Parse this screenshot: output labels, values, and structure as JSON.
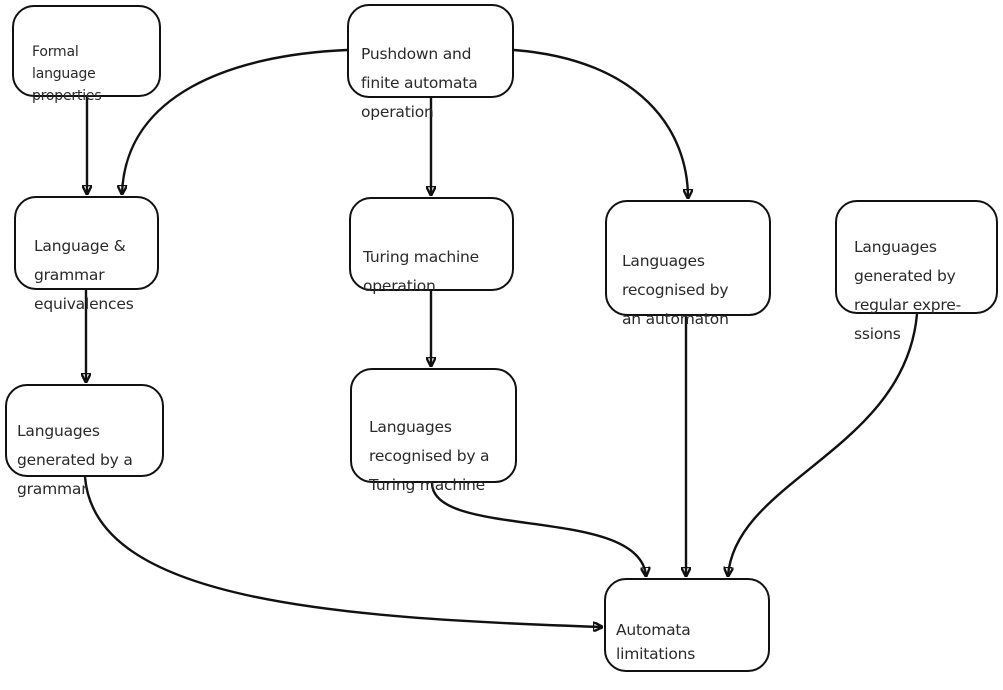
{
  "diagram": {
    "type": "flowchart",
    "nodes": [
      {
        "id": "formal_lang_props",
        "label": "Formal\nlanguage\nproperties"
      },
      {
        "id": "pushdown_fa_op",
        "label": "Pushdown and\nfinite automata\noperation"
      },
      {
        "id": "lang_grammar_equiv",
        "label": "Language &\ngrammar\nequivalences"
      },
      {
        "id": "turing_op",
        "label": "Turing machine\noperation"
      },
      {
        "id": "lang_rec_automaton",
        "label": "Languages\nrecognised  by\nan automaton"
      },
      {
        "id": "lang_gen_regex",
        "label": "Languages\ngenerated by\nregular expre-\nssions"
      },
      {
        "id": "lang_gen_grammar",
        "label": "Languages\ngenerated by a\ngrammar"
      },
      {
        "id": "lang_rec_turing",
        "label": "Languages\nrecognised  by a\nTuring machine"
      },
      {
        "id": "automata_limits",
        "label": "Automata\nlimitations"
      }
    ],
    "edges": [
      {
        "from": "formal_lang_props",
        "to": "lang_grammar_equiv"
      },
      {
        "from": "pushdown_fa_op",
        "to": "lang_grammar_equiv"
      },
      {
        "from": "pushdown_fa_op",
        "to": "turing_op"
      },
      {
        "from": "pushdown_fa_op",
        "to": "lang_rec_automaton"
      },
      {
        "from": "lang_grammar_equiv",
        "to": "lang_gen_grammar"
      },
      {
        "from": "turing_op",
        "to": "lang_rec_turing"
      },
      {
        "from": "lang_gen_grammar",
        "to": "automata_limits"
      },
      {
        "from": "lang_rec_turing",
        "to": "automata_limits"
      },
      {
        "from": "lang_rec_automaton",
        "to": "automata_limits"
      },
      {
        "from": "lang_gen_regex",
        "to": "automata_limits"
      }
    ]
  }
}
